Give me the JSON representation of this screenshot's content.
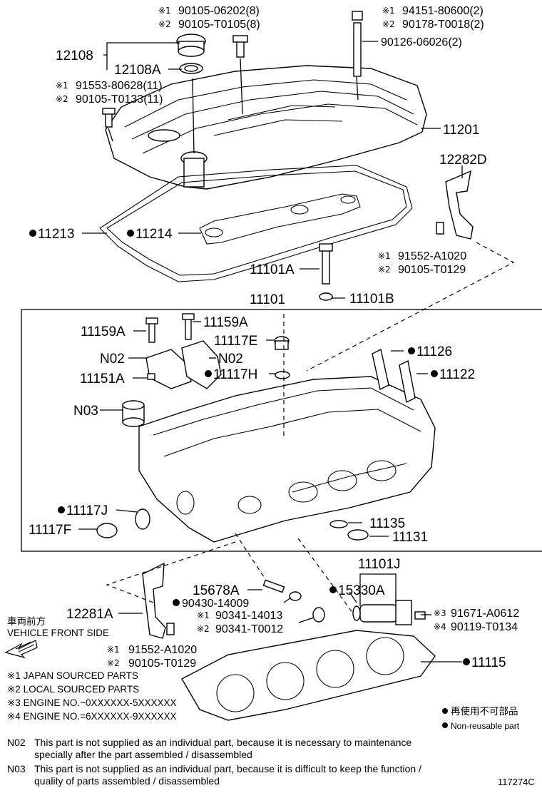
{
  "labels": {
    "p12108": "12108",
    "p12108A": "12108A",
    "p11201": "11201",
    "p12282D": "12282D",
    "p11213": "11213",
    "p11214": "11214",
    "p11101A": "11101A",
    "p11101B": "11101B",
    "p11101": "11101",
    "p11159A_l": "11159A",
    "p11159A_r": "11159A",
    "p11117E": "11117E",
    "pN02_l": "N02",
    "pN02_r": "N02",
    "p11126": "11126",
    "p11151A": "11151A",
    "p11117H": "11117H",
    "p11122": "11122",
    "pN03": "N03",
    "p11117J": "11117J",
    "p11117F": "11117F",
    "p11135": "11135",
    "p11131": "11131",
    "p11101J": "11101J",
    "p15678A": "15678A",
    "p15330A": "15330A",
    "p90430": "90430-14009",
    "p12281A": "12281A",
    "p11115": "11115"
  },
  "refs": {
    "r1a": "90105-06202(8)",
    "r1b": "90105-T0105(8)",
    "r2a": "94151-80600(2)",
    "r2b": "90178-T0018(2)",
    "r2c": "90126-06026(2)",
    "r3a": "91553-80628(11)",
    "r3b": "90105-T0133(11)",
    "r4a": "91552-A1020",
    "r4b": "90105-T0129",
    "r5a": "90341-14013",
    "r5b": "90341-T0012",
    "r6a": "91671-A0612",
    "r6b": "90119-T0134",
    "r7a": "91552-A1020",
    "r7b": "90105-T0129"
  },
  "marks": {
    "m1": "※1",
    "m2": "※2",
    "m3": "※3",
    "m4": "※4"
  },
  "vehicle": {
    "jp": "車両前方",
    "en": "VEHICLE FRONT SIDE"
  },
  "legend": {
    "l1": "※1 JAPAN SOURCED PARTS",
    "l2": "※2 LOCAL SOURCED PARTS",
    "l3": "※3 ENGINE NO.~0XXXXXX-5XXXXXX",
    "l4": "※4 ENGINE NO.=6XXXXXX-9XXXXXX"
  },
  "nonreuse": {
    "jp": "再使用不可部品",
    "en": "Non-reusable part"
  },
  "notes": {
    "n02_code": "N02",
    "n02_l1": "This part is not supplied as an individual part, because it is necessary to maintenance",
    "n02_l2": "specially after the part assembled / disassembled",
    "n03_code": "N03",
    "n03_l1": "This part is not supplied as an individual part, because it is difficult to keep the function /",
    "n03_l2": "quality of parts  assembled / disassembled"
  },
  "drawing_id": "117274C"
}
